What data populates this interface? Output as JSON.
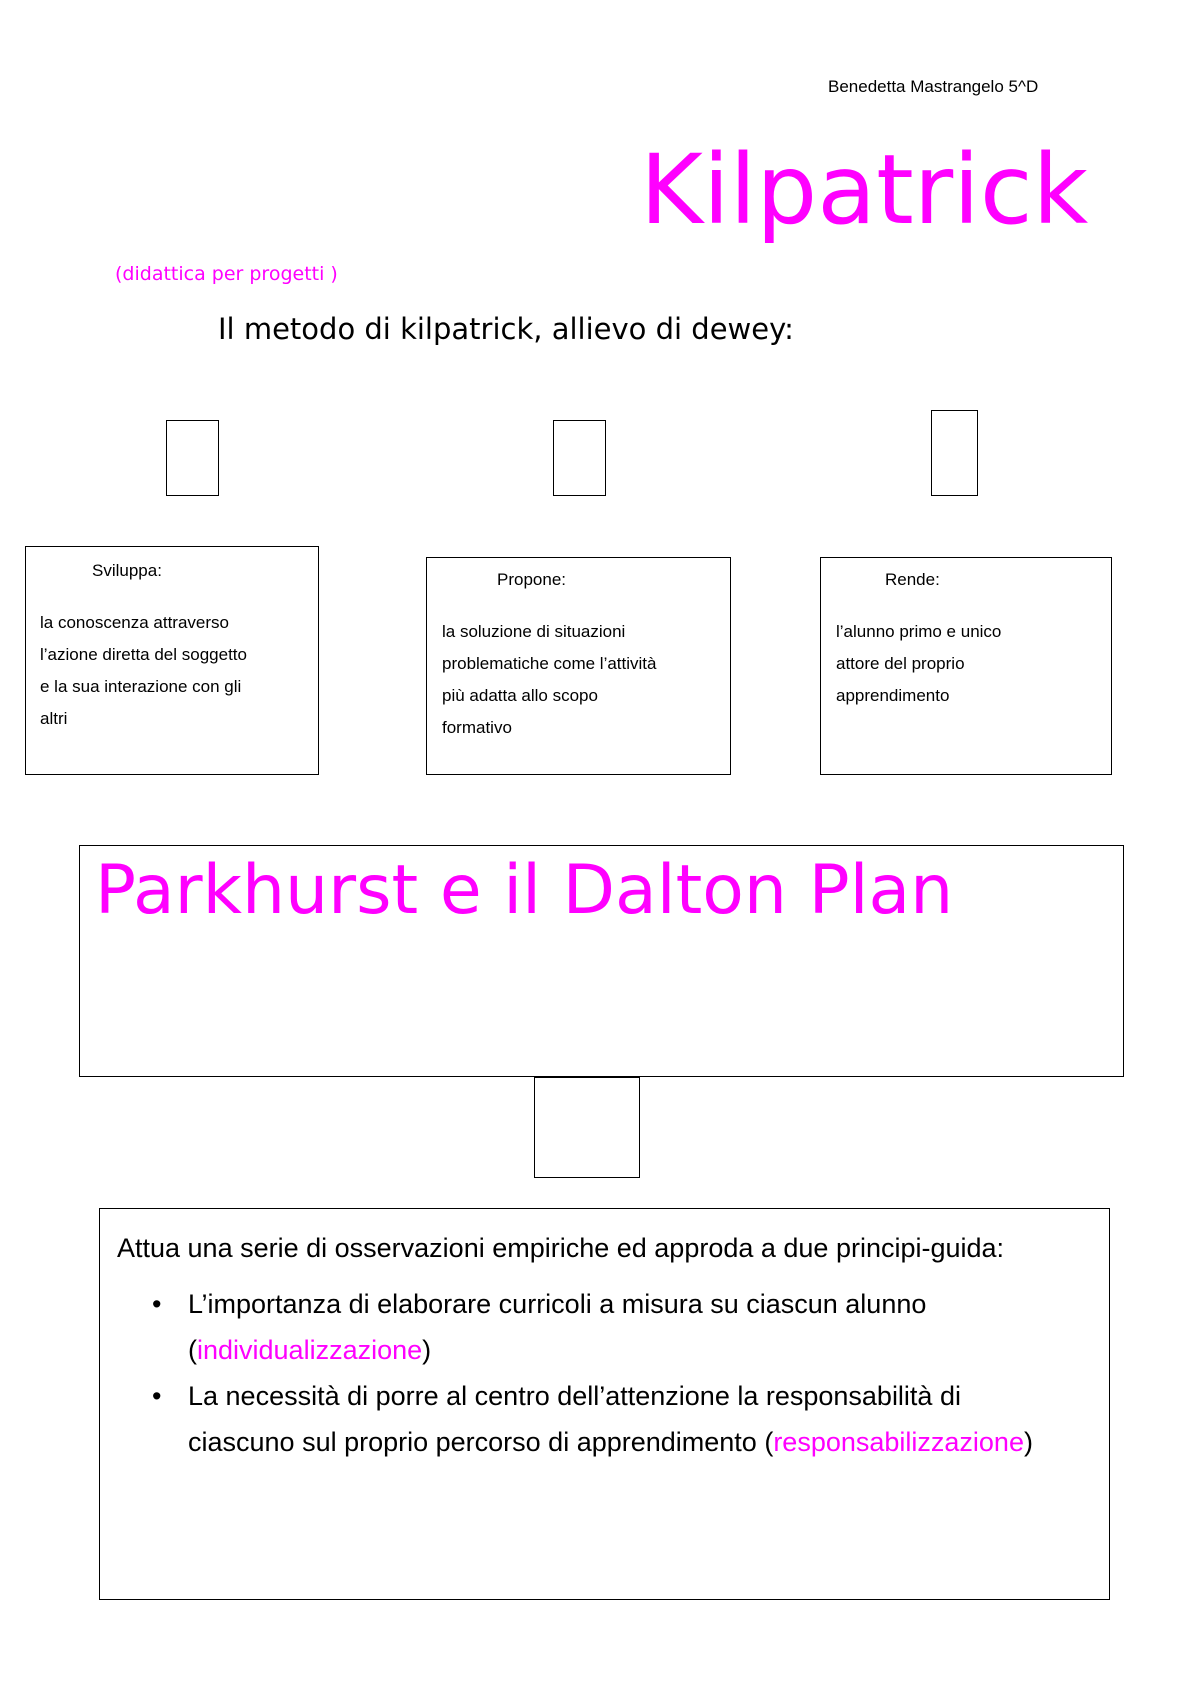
{
  "header": {
    "author": "Benedetta Mastrangelo 5^D",
    "title": "Kilpatrick",
    "subtitle": "(didattica per progetti )",
    "intro": "Il metodo di kilpatrick, allievo di dewey:"
  },
  "cards": [
    {
      "heading": "Sviluppa:",
      "body": [
        "la conoscenza attraverso",
        "l’azione diretta del soggetto",
        "e la sua interazione con gli",
        "altri"
      ]
    },
    {
      "heading": "Propone:",
      "body": [
        "la soluzione di situazioni",
        "problematiche come l’attività",
        "più adatta allo scopo",
        "formativo"
      ]
    },
    {
      "heading": "Rende:",
      "body": [
        "l’alunno primo e unico",
        "attore del proprio",
        "apprendimento"
      ]
    }
  ],
  "section": {
    "title": "Parkhurst e il Dalton Plan"
  },
  "principles": {
    "lead": "Attua una serie di osservazioni empiriche ed approda a due principi-guida:",
    "items": [
      {
        "bullet": "•",
        "text_before": "L’importanza di elaborare curricoli a misura su ciascun alunno (",
        "highlight": "individualizzazione",
        "text_after": ")"
      },
      {
        "bullet": "•",
        "text_before": "La necessità di porre al centro dell’attenzione la responsabilità di ciascuno sul proprio percorso di apprendimento (",
        "highlight": "responsabilizzazione",
        "text_after": ")"
      }
    ]
  },
  "colors": {
    "accent": "#ff00ff",
    "text": "#000000",
    "background": "#ffffff"
  }
}
